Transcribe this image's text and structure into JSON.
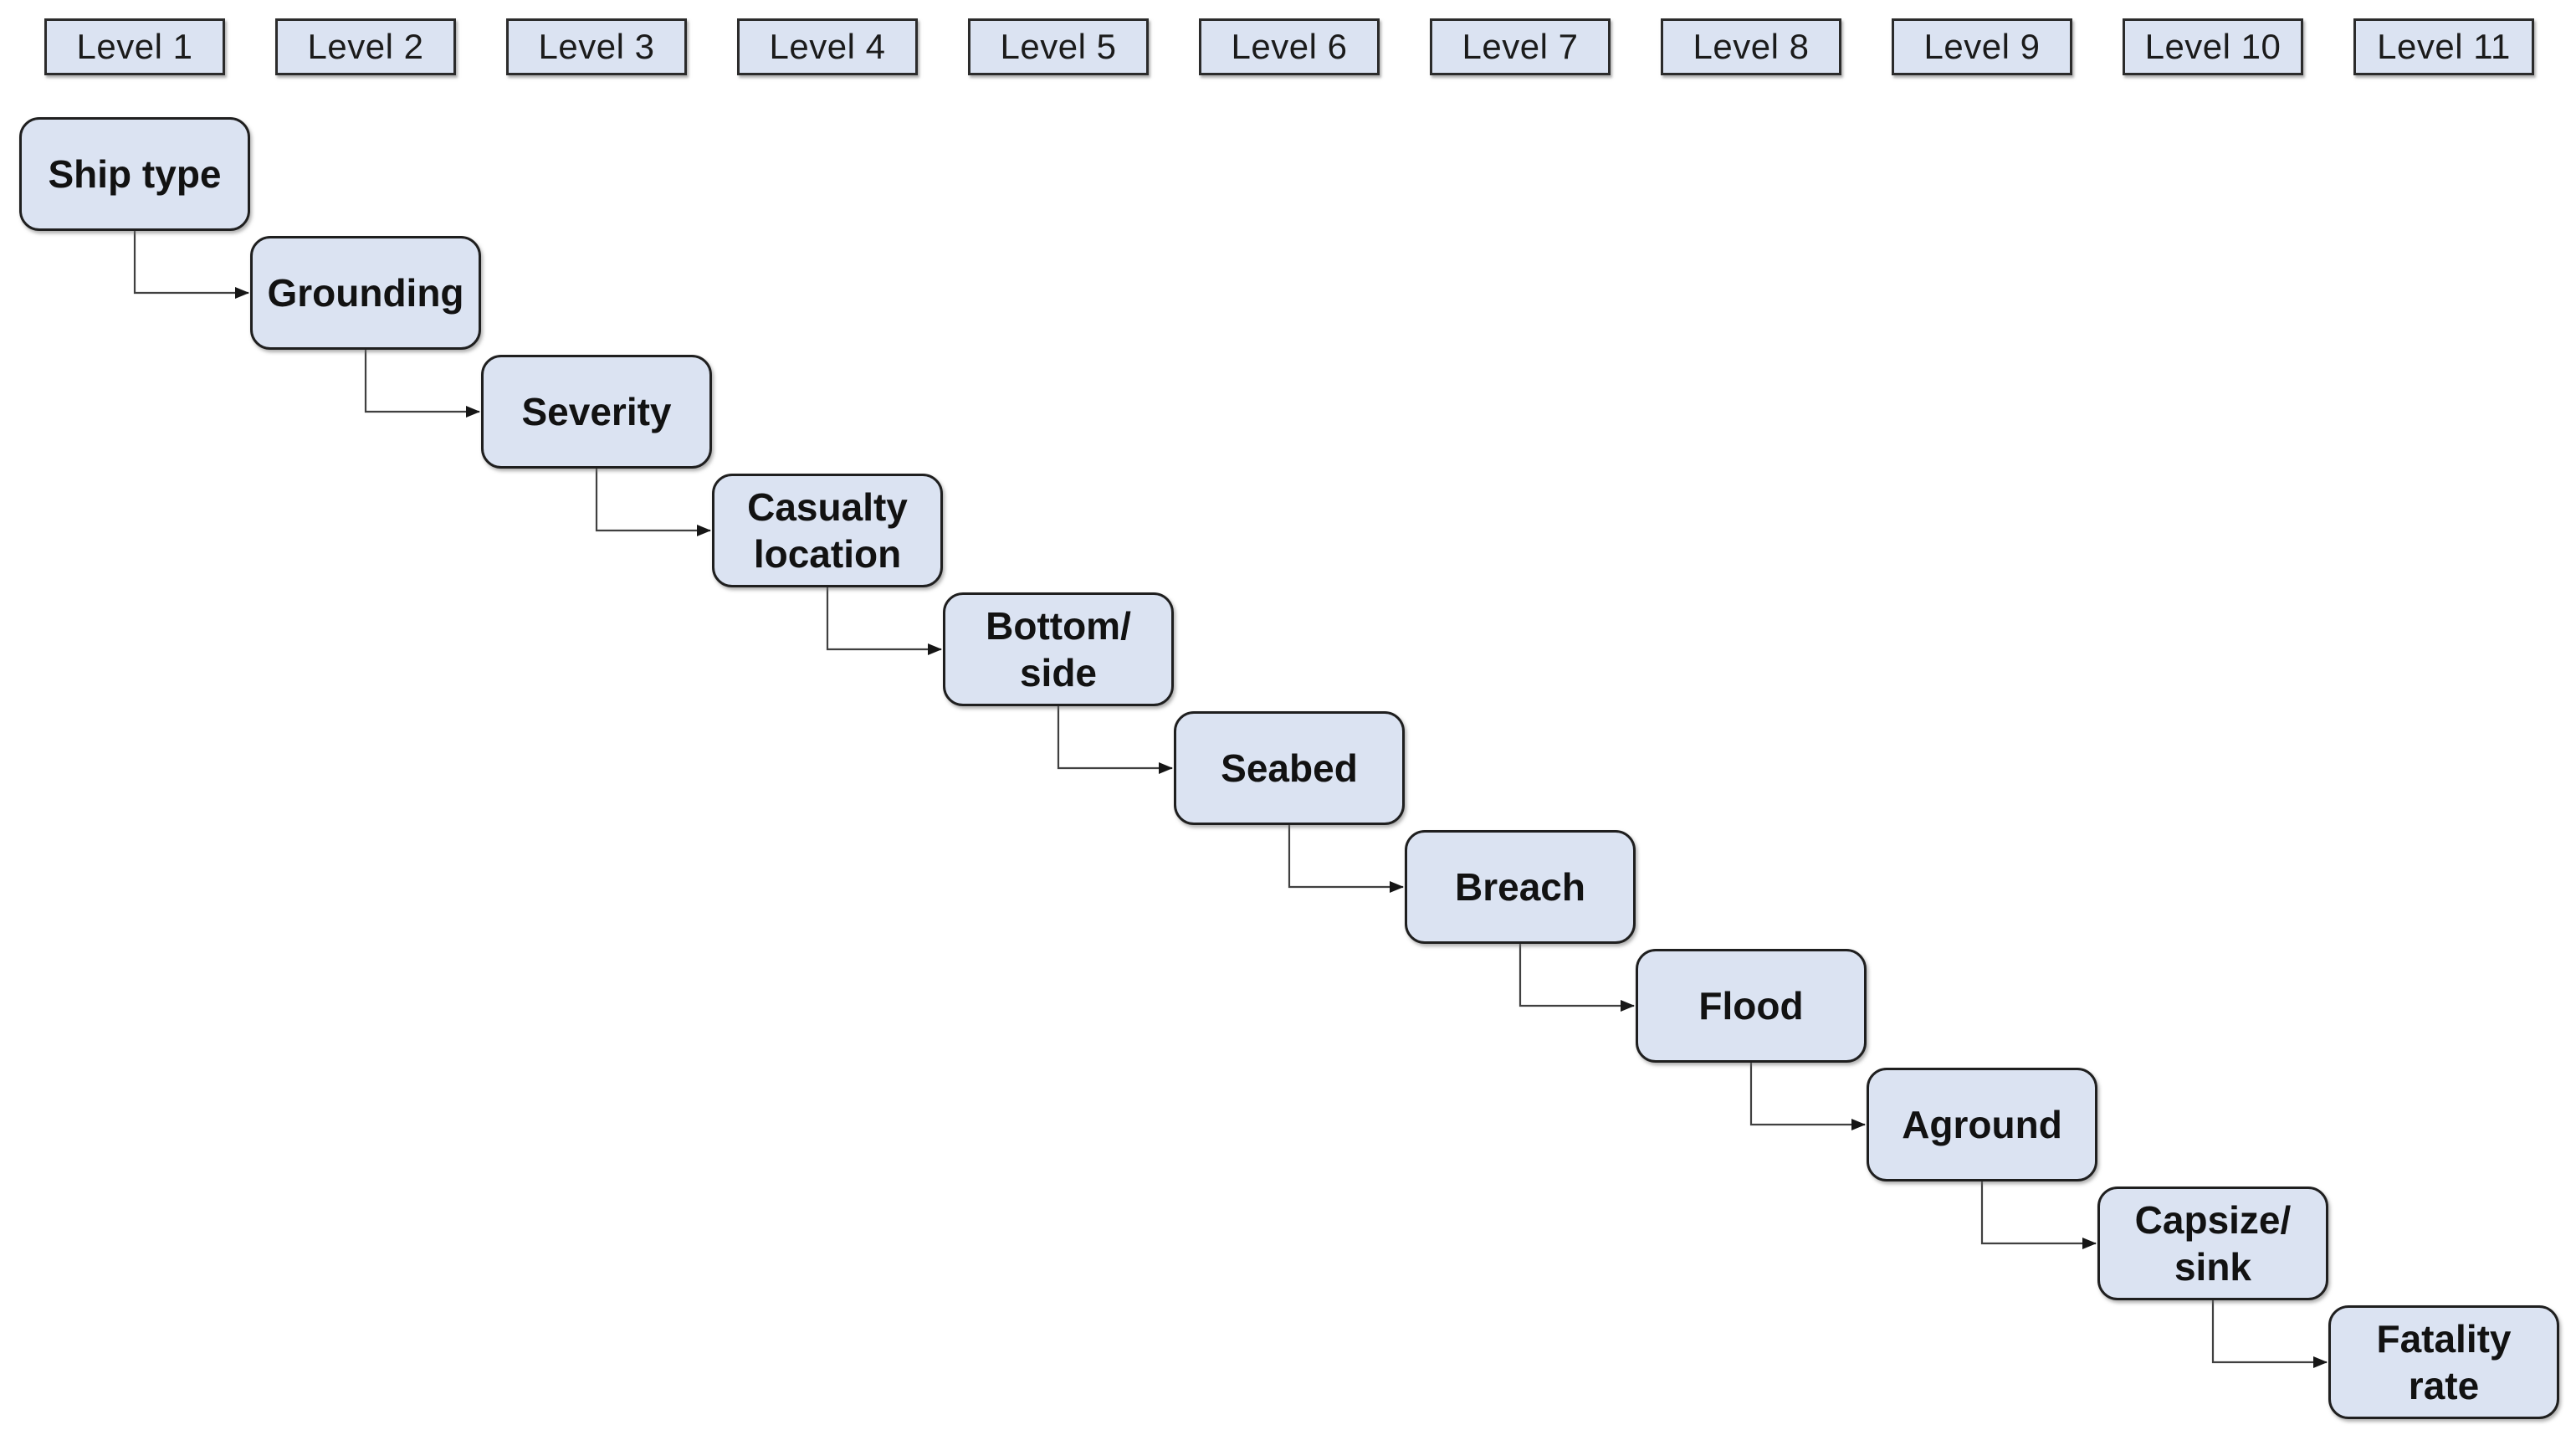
{
  "levels": [
    "Level 1",
    "Level 2",
    "Level 3",
    "Level 4",
    "Level 5",
    "Level 6",
    "Level 7",
    "Level 8",
    "Level 9",
    "Level 10",
    "Level 11"
  ],
  "nodes": [
    {
      "id": "ship-type",
      "label": "Ship type"
    },
    {
      "id": "grounding",
      "label": "Grounding"
    },
    {
      "id": "severity",
      "label": "Severity"
    },
    {
      "id": "casualty-location",
      "label": "Casualty\nlocation"
    },
    {
      "id": "bottom-side",
      "label": "Bottom/\nside"
    },
    {
      "id": "seabed",
      "label": "Seabed"
    },
    {
      "id": "breach",
      "label": "Breach"
    },
    {
      "id": "flood",
      "label": "Flood"
    },
    {
      "id": "aground",
      "label": "Aground"
    },
    {
      "id": "capsize-sink",
      "label": "Capsize/\nsink"
    },
    {
      "id": "fatality-rate",
      "label": "Fatality\nrate"
    }
  ],
  "colors": {
    "node_fill": "#dbe3f2",
    "node_border": "#1f1f1f",
    "connector": "#404040",
    "text": "#121212",
    "background": "#ffffff"
  }
}
